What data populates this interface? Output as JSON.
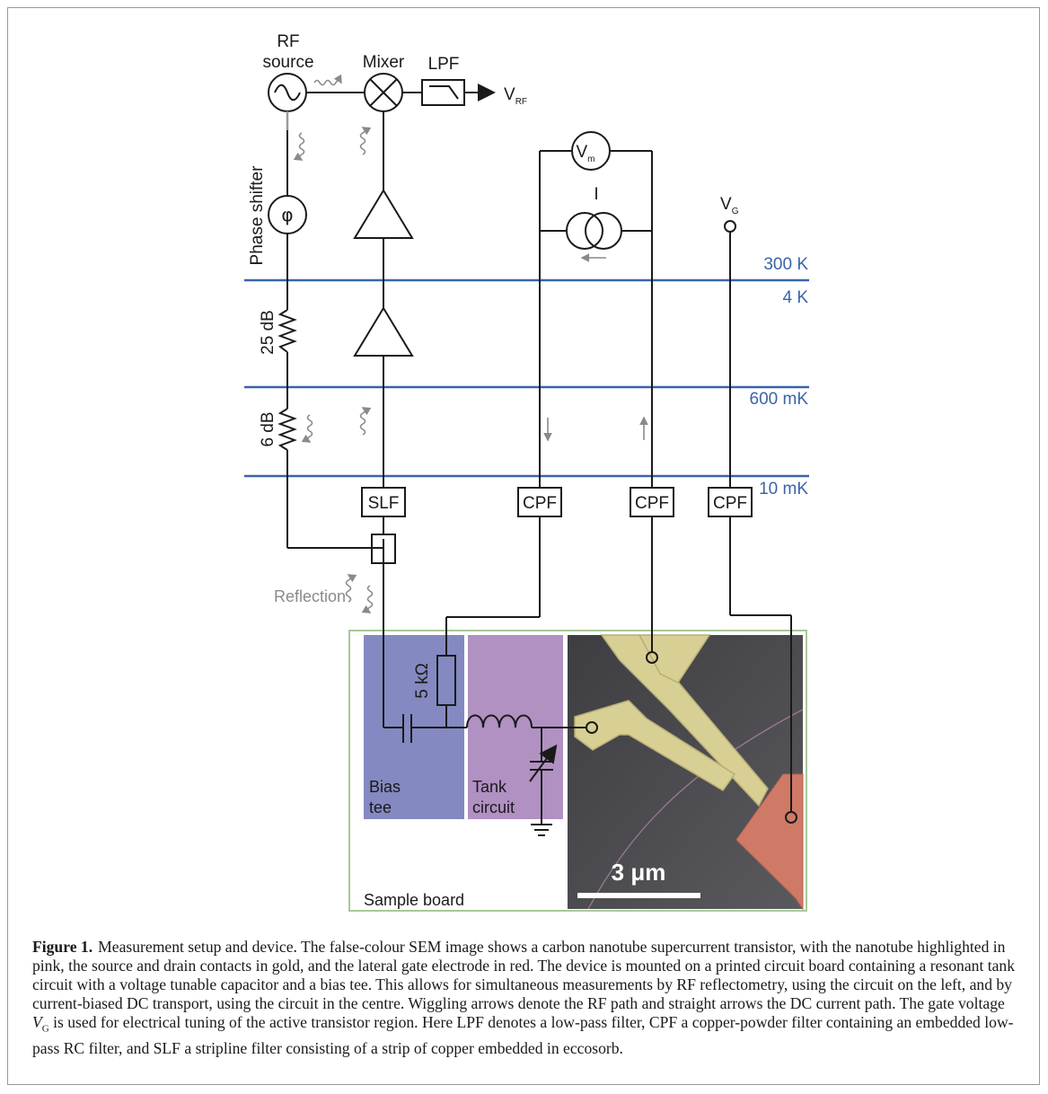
{
  "diagram": {
    "rf_source": [
      "RF",
      "source"
    ],
    "mixer": "Mixer",
    "lpf": "LPF",
    "v_rf": "V",
    "v_rf_sub": "RF",
    "phase_shifter": "Phase shifter",
    "phase_symbol": "φ",
    "att_25": "25 dB",
    "att_6": "6 dB",
    "vm": "V",
    "vm_sub": "m",
    "current": "I",
    "vg": "V",
    "vg_sub": "G",
    "temps": [
      "300 K",
      "4 K",
      "600 mK",
      "10 mK"
    ],
    "slf": "SLF",
    "cpf": "CPF",
    "reflection": "Reflection",
    "resistor_5k": "5 kΩ",
    "bias_tee": [
      "Bias",
      "tee"
    ],
    "tank_circuit": [
      "Tank",
      "circuit"
    ],
    "sample_board": "Sample board",
    "scale_bar": "3 μm"
  },
  "caption": {
    "label": "Figure 1.",
    "text": "Measurement setup and device. The false-colour SEM image shows a carbon nanotube supercurrent transistor, with the nanotube highlighted in pink, the source and drain contacts in gold, and the lateral gate electrode in red. The device is mounted on a printed circuit board containing a resonant tank circuit with a voltage tunable capacitor and a bias tee. This allows for simultaneous measurements by RF reflectometry, using the circuit on the left, and by current-biased DC transport, using the circuit in the centre. Wiggling arrows denote the RF path and straight arrows the DC current path. The gate voltage ",
    "vg_sym": "V",
    "vg_sub": "G",
    "text2": " is used for electrical tuning of the active transistor region. Here LPF denotes a low-pass filter, CPF a copper-powder filter containing an embedded low-pass RC filter, and SLF a stripline filter consisting of a strip of copper embedded in eccosorb."
  },
  "colors": {
    "temperature_line": "#3a64a8",
    "bias_tee_panel": "#8489c1",
    "tank_panel": "#b190c2",
    "sample_board_border": "#a8c89a",
    "gold_contact": "#d8cf94",
    "gate_electrode": "#cf7a66",
    "sem_background": "#4e4e52"
  }
}
